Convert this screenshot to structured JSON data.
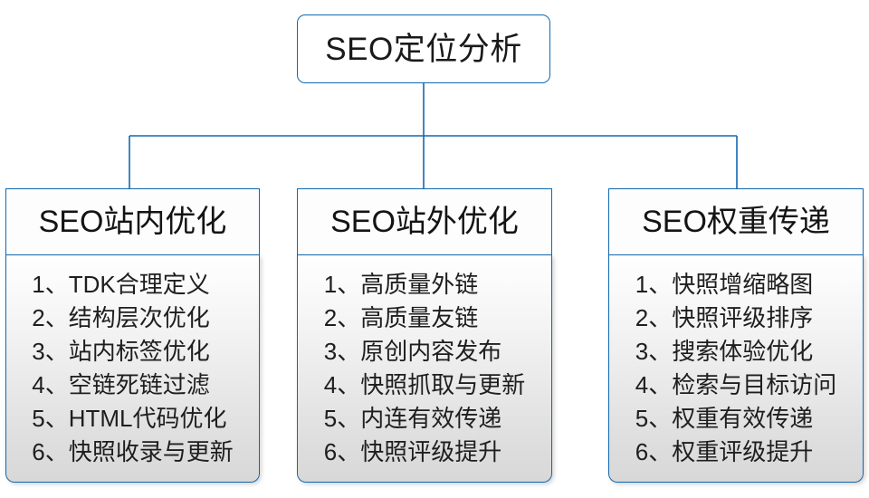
{
  "diagram": {
    "root": {
      "label": "SEO定位分析"
    },
    "colors": {
      "line": "#1269b0",
      "border": "#1269b0",
      "header_fill": "#fdfdfd",
      "body_fill_top": "#fefefe",
      "body_fill_bottom": "#d8d8d8",
      "text": "#1a1a1a"
    },
    "branches": [
      {
        "header": "SEO站内优化",
        "items": [
          {
            "index": "1、",
            "text": "TDK合理定义"
          },
          {
            "index": "2、",
            "text": "结构层次优化"
          },
          {
            "index": "3、",
            "text": "站内标签优化"
          },
          {
            "index": "4、",
            "text": "空链死链过滤"
          },
          {
            "index": "5、",
            "text": "HTML代码优化"
          },
          {
            "index": "6、",
            "text": "快照收录与更新"
          }
        ]
      },
      {
        "header": "SEO站外优化",
        "items": [
          {
            "index": "1、",
            "text": "高质量外链"
          },
          {
            "index": "2、",
            "text": "高质量友链"
          },
          {
            "index": "3、",
            "text": "原创内容发布"
          },
          {
            "index": "4、",
            "text": "快照抓取与更新"
          },
          {
            "index": "5、",
            "text": "内连有效传递"
          },
          {
            "index": "6、",
            "text": "快照评级提升"
          }
        ]
      },
      {
        "header": "SEO权重传递",
        "items": [
          {
            "index": "1、",
            "text": "快照增缩略图"
          },
          {
            "index": "2、",
            "text": "快照评级排序"
          },
          {
            "index": "3、",
            "text": "搜索体验优化"
          },
          {
            "index": "4、",
            "text": "检索与目标访问"
          },
          {
            "index": "5、",
            "text": "权重有效传递"
          },
          {
            "index": "6、",
            "text": "权重评级提升"
          }
        ]
      }
    ]
  }
}
